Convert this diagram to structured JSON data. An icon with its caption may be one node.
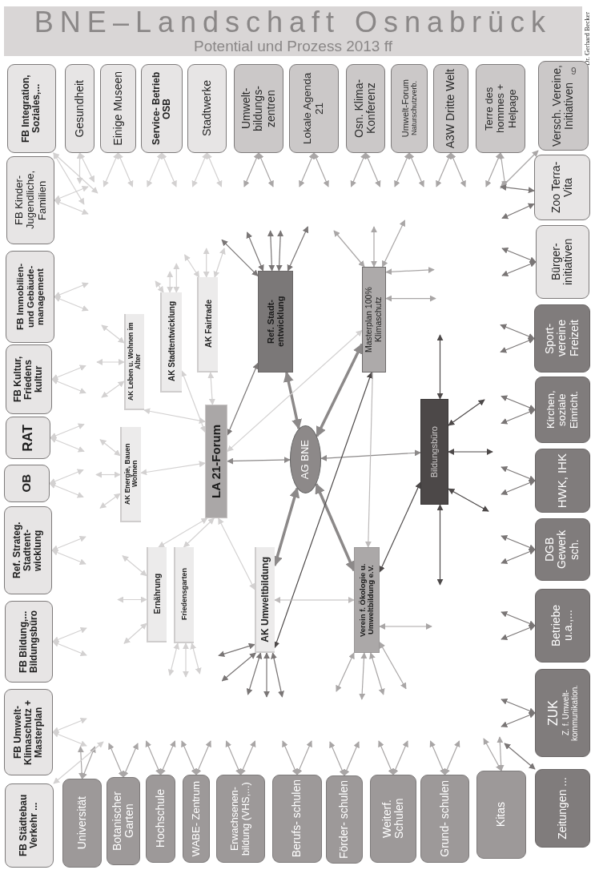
{
  "diagram": {
    "title": "BNE–Landschaft Osnabrück",
    "nodes": [
      {
        "text": [
          "FB Integration, Soziales,..."
        ]
      },
      {
        "text": [
          "Gesundheit"
        ]
      },
      {
        "text": [
          "Einige Museen"
        ]
      },
      {
        "text": [
          "Service- Betrieb OSB"
        ]
      },
      {
        "text": [
          "Stadtwerke"
        ]
      },
      {
        "text": [
          "Umwelt- bildungs- zentren"
        ]
      },
      {
        "text": [
          "Lokale Agenda 21"
        ]
      },
      {
        "text": [
          "Osn. Klima- Konferenz"
        ]
      },
      {
        "text": [
          "Umwelt-Forum",
          "Naturschutzverb."
        ]
      },
      {
        "text": [
          "A3W Dritte Welt"
        ]
      },
      {
        "text": [
          "Terre des hommes + Helpage"
        ]
      },
      {
        "text": [
          "Versch. Vereine, Initiativen"
        ]
      },
      {
        "text": [
          "Zoo Terra- Vita"
        ]
      },
      {
        "text": [
          "Bürger- initiativen"
        ]
      },
      {
        "text": [
          "Sport- vereine Freizeit"
        ]
      },
      {
        "text": [
          "Kirchen, soziale Einricht."
        ]
      },
      {
        "text": [
          "HWK, IHK"
        ]
      },
      {
        "text": [
          "DGB Gewerk sch."
        ]
      },
      {
        "text": [
          "Betriebe u.a.,..."
        ]
      },
      {
        "text": [
          "ZUK",
          "Z. f. Umwelt- kommunikation."
        ]
      },
      {
        "text": [
          "Zeitungen ..."
        ]
      },
      {
        "text": [
          "Kitas"
        ]
      },
      {
        "text": [
          "Grund- schulen"
        ]
      },
      {
        "text": [
          "Weiterf. Schulen"
        ]
      },
      {
        "text": [
          "Förder- schulen"
        ]
      },
      {
        "text": [
          "Berufs- schulen"
        ]
      },
      {
        "text": [
          "Erwachsenen- bildung (VHS,...)"
        ]
      },
      {
        "text": [
          "WABE- Zentrum"
        ]
      },
      {
        "text": [
          "Hochschule"
        ]
      },
      {
        "text": [
          "Botanischer Garten"
        ]
      },
      {
        "text": [
          "Universität"
        ]
      },
      {
        "text": [
          "FB Städtebau Verkehr ..."
        ]
      },
      {
        "text": [
          "FB Umwelt- Klimaschutz + Masterplan"
        ]
      },
      {
        "text": [
          "FB Bildung,... Bildungsbüro"
        ]
      },
      {
        "text": [
          "Ref. Strateg. Stadtent- wicklung"
        ]
      },
      {
        "text": [
          "OB"
        ]
      },
      {
        "text": [
          "RAT"
        ]
      },
      {
        "text": [
          "FB Kultur, Friedens kultur"
        ]
      },
      {
        "text": [
          "FB Immobilien- und Gebäude- management"
        ]
      },
      {
        "text": [
          "FB Kinder- Jugendliche, Familien"
        ]
      },
      {
        "text": [
          "AK Leben u. Wohnen im Alter"
        ]
      },
      {
        "text": [
          "AK Stadtentwicklung"
        ]
      },
      {
        "text": [
          "AK Fairtrade"
        ]
      },
      {
        "text": [
          "Ref. Stadt- entwicklung"
        ]
      },
      {
        "text": [
          "Masterplan 100% Klimaschutz"
        ]
      },
      {
        "text": [
          "AK Energie, Bauen Wohnen"
        ]
      },
      {
        "text": [
          "LA 21-Forum"
        ]
      },
      {
        "text": [
          "AG BNE"
        ]
      },
      {
        "text": [
          "Bildungsbüro"
        ]
      },
      {
        "text": [
          "Ernährung"
        ]
      },
      {
        "text": [
          "Friedensgarten"
        ]
      },
      {
        "text": [
          "AK Umweltbildung"
        ]
      },
      {
        "text": [
          "Verein f. Ökologie u. Umweltbildung e.V."
        ]
      }
    ],
    "edges": [
      {
        "from": 46,
        "to": 47,
        "arrow": "both",
        "color": "#8c8989"
      },
      {
        "from": 43,
        "to": 47,
        "arrow": "both",
        "style": "thick",
        "color": "#8c8989"
      },
      {
        "from": 44,
        "to": 47,
        "arrow": "both",
        "style": "thick",
        "color": "#8c8989"
      },
      {
        "from": 51,
        "to": 47,
        "arrow": "both",
        "style": "thick",
        "color": "#8c8989"
      },
      {
        "from": 52,
        "to": 47,
        "arrow": "both",
        "style": "thick",
        "color": "#8c8989"
      },
      {
        "from": 47,
        "to": 48,
        "arrow": "both",
        "color": "#8c8989"
      },
      {
        "from": 46,
        "to": 43,
        "arrow": "both",
        "color": "#7a7676"
      },
      {
        "from": 44,
        "to": 46,
        "arrow": "both"
      },
      {
        "from": 51,
        "to": 44,
        "arrow": "both",
        "color": "#4d4949"
      },
      {
        "from": 44,
        "to": 52,
        "arrow": "to",
        "color": "#bdbaba"
      },
      {
        "from": 48,
        "to": 52,
        "arrow": "both",
        "color": "#4d4949"
      },
      {
        "from": 51,
        "to": 52,
        "arrow": "both",
        "color": "#bdbaba"
      },
      {
        "from": 40,
        "to": 46,
        "arrow": "both"
      },
      {
        "from": 41,
        "to": 46,
        "arrow": "both"
      },
      {
        "from": 42,
        "to": 46,
        "arrow": "both"
      },
      {
        "from": 45,
        "to": 46,
        "arrow": "both"
      },
      {
        "from": 49,
        "to": 46,
        "arrow": "both"
      },
      {
        "from": 50,
        "to": 46,
        "arrow": "both"
      },
      {
        "from": 51,
        "to": 46,
        "arrow": "both"
      },
      {
        "from": null,
        "to": 0,
        "arrow": "both"
      },
      {
        "from": null,
        "to": 0,
        "arrow": "both"
      },
      {
        "from": null,
        "to": 1,
        "arrow": "both"
      },
      {
        "from": null,
        "to": 1,
        "arrow": "both"
      },
      {
        "from": null,
        "to": 2,
        "arrow": "both"
      },
      {
        "from": null,
        "to": 2,
        "arrow": "both"
      },
      {
        "from": null,
        "to": 3,
        "arrow": "both"
      },
      {
        "from": null,
        "to": 3,
        "arrow": "both"
      },
      {
        "from": null,
        "to": 4,
        "arrow": "both"
      },
      {
        "from": null,
        "to": 4,
        "arrow": "both"
      },
      {
        "from": null,
        "to": 5,
        "arrow": "both",
        "color": "#a9a6a6"
      },
      {
        "from": null,
        "to": 5,
        "arrow": "both",
        "color": "#a9a6a6"
      },
      {
        "from": null,
        "to": 6,
        "arrow": "both",
        "color": "#a9a6a6"
      },
      {
        "from": null,
        "to": 6,
        "arrow": "both",
        "color": "#a9a6a6"
      },
      {
        "from": null,
        "to": 7,
        "arrow": "both",
        "color": "#a9a6a6"
      },
      {
        "from": null,
        "to": 7,
        "arrow": "both",
        "color": "#a9a6a6"
      },
      {
        "from": null,
        "to": 8,
        "arrow": "both",
        "color": "#a9a6a6"
      },
      {
        "from": null,
        "to": 8,
        "arrow": "both",
        "color": "#a9a6a6"
      },
      {
        "from": null,
        "to": 9,
        "arrow": "both",
        "color": "#a9a6a6"
      },
      {
        "from": null,
        "to": 9,
        "arrow": "both",
        "color": "#a9a6a6"
      },
      {
        "from": null,
        "to": 10,
        "arrow": "both",
        "color": "#a9a6a6"
      },
      {
        "from": null,
        "to": 10,
        "arrow": "both",
        "color": "#a9a6a6"
      },
      {
        "from": null,
        "to": 11,
        "arrow": "both",
        "color": "#a9a6a6"
      },
      {
        "from": null,
        "to": 12,
        "arrow": "both",
        "color": "#7a7676"
      },
      {
        "from": null,
        "to": 12,
        "arrow": "both",
        "color": "#7a7676"
      },
      {
        "from": null,
        "to": 13,
        "arrow": "both",
        "color": "#7a7676"
      },
      {
        "from": null,
        "to": 13,
        "arrow": "both",
        "color": "#7a7676"
      },
      {
        "from": null,
        "to": 14,
        "arrow": "both",
        "color": "#7a7676"
      },
      {
        "from": null,
        "to": 14,
        "arrow": "both",
        "color": "#7a7676"
      },
      {
        "from": null,
        "to": 15,
        "arrow": "both",
        "color": "#7a7676"
      },
      {
        "from": null,
        "to": 15,
        "arrow": "both",
        "color": "#7a7676"
      },
      {
        "from": null,
        "to": 16,
        "arrow": "both",
        "color": "#7a7676"
      },
      {
        "from": null,
        "to": 16,
        "arrow": "both",
        "color": "#7a7676"
      },
      {
        "from": null,
        "to": 17,
        "arrow": "both",
        "color": "#7a7676"
      },
      {
        "from": null,
        "to": 17,
        "arrow": "both",
        "color": "#7a7676"
      },
      {
        "from": null,
        "to": 18,
        "arrow": "both",
        "color": "#7a7676"
      },
      {
        "from": null,
        "to": 18,
        "arrow": "both",
        "color": "#7a7676"
      },
      {
        "from": null,
        "to": 19,
        "arrow": "both",
        "color": "#7a7676"
      },
      {
        "from": null,
        "to": 19,
        "arrow": "both",
        "color": "#7a7676"
      },
      {
        "from": null,
        "to": 20,
        "arrow": "both",
        "color": "#7a7676"
      },
      {
        "from": null,
        "to": 21,
        "arrow": "both",
        "color": "#a9a6a6"
      },
      {
        "from": null,
        "to": 21,
        "arrow": "both",
        "color": "#a9a6a6"
      },
      {
        "from": null,
        "to": 22,
        "arrow": "both",
        "color": "#a9a6a6"
      },
      {
        "from": null,
        "to": 22,
        "arrow": "both",
        "color": "#a9a6a6"
      },
      {
        "from": null,
        "to": 23,
        "arrow": "both",
        "color": "#a9a6a6"
      },
      {
        "from": null,
        "to": 23,
        "arrow": "both",
        "color": "#a9a6a6"
      },
      {
        "from": null,
        "to": 24,
        "arrow": "both",
        "color": "#a9a6a6"
      },
      {
        "from": null,
        "to": 24,
        "arrow": "both",
        "color": "#a9a6a6"
      },
      {
        "from": null,
        "to": 25,
        "arrow": "both",
        "color": "#a9a6a6"
      },
      {
        "from": null,
        "to": 25,
        "arrow": "both",
        "color": "#a9a6a6"
      },
      {
        "from": null,
        "to": 26,
        "arrow": "both",
        "color": "#a9a6a6"
      },
      {
        "from": null,
        "to": 26,
        "arrow": "both",
        "color": "#a9a6a6"
      },
      {
        "from": null,
        "to": 27,
        "arrow": "both",
        "color": "#a9a6a6"
      },
      {
        "from": null,
        "to": 27,
        "arrow": "both",
        "color": "#a9a6a6"
      },
      {
        "from": null,
        "to": 28,
        "arrow": "both",
        "color": "#a9a6a6"
      },
      {
        "from": null,
        "to": 28,
        "arrow": "both",
        "color": "#a9a6a6"
      },
      {
        "from": null,
        "to": 29,
        "arrow": "both",
        "color": "#a9a6a6"
      },
      {
        "from": null,
        "to": 29,
        "arrow": "both",
        "color": "#a9a6a6"
      },
      {
        "from": null,
        "to": 30,
        "arrow": "both",
        "color": "#a9a6a6"
      },
      {
        "from": null,
        "to": 30,
        "arrow": "both",
        "color": "#a9a6a6"
      },
      {
        "from": null,
        "to": 31,
        "arrow": "both"
      },
      {
        "from": null,
        "to": 32,
        "arrow": "both"
      },
      {
        "from": null,
        "to": 32,
        "arrow": "both"
      },
      {
        "from": null,
        "to": 33,
        "arrow": "both"
      },
      {
        "from": null,
        "to": 33,
        "arrow": "both"
      },
      {
        "from": null,
        "to": 34,
        "arrow": "both"
      },
      {
        "from": null,
        "to": 34,
        "arrow": "both"
      },
      {
        "from": null,
        "to": 35,
        "arrow": "both"
      },
      {
        "from": null,
        "to": 35,
        "arrow": "both"
      },
      {
        "from": null,
        "to": 36,
        "arrow": "both"
      },
      {
        "from": null,
        "to": 36,
        "arrow": "both"
      },
      {
        "from": null,
        "to": 37,
        "arrow": "both"
      },
      {
        "from": null,
        "to": 37,
        "arrow": "both"
      },
      {
        "from": null,
        "to": 38,
        "arrow": "both"
      },
      {
        "from": null,
        "to": 38,
        "arrow": "both"
      },
      {
        "from": null,
        "to": 39,
        "arrow": "both"
      },
      {
        "from": null,
        "to": 39,
        "arrow": "both"
      },
      {
        "from": null,
        "to": 40,
        "arrow": "both"
      },
      {
        "from": null,
        "to": 40,
        "arrow": "both"
      },
      {
        "from": null,
        "to": 40,
        "arrow": "both"
      },
      {
        "from": null,
        "to": 41,
        "arrow": "both"
      },
      {
        "from": null,
        "to": 41,
        "arrow": "both"
      },
      {
        "from": null,
        "to": 41,
        "arrow": "both"
      },
      {
        "from": null,
        "to": 42,
        "arrow": "both"
      },
      {
        "from": null,
        "to": 42,
        "arrow": "both"
      },
      {
        "from": null,
        "to": 42,
        "arrow": "both"
      },
      {
        "from": null,
        "to": 43,
        "arrow": "both",
        "color": "#7a7676"
      },
      {
        "from": null,
        "to": 43,
        "arrow": "both",
        "color": "#7a7676"
      },
      {
        "from": null,
        "to": 43,
        "arrow": "both",
        "color": "#7a7676"
      },
      {
        "from": null,
        "to": 43,
        "arrow": "both",
        "color": "#7a7676"
      },
      {
        "from": null,
        "to": 43,
        "arrow": "both",
        "color": "#7a7676"
      },
      {
        "from": null,
        "to": 44,
        "arrow": "both",
        "color": "#a9a6a6"
      },
      {
        "from": null,
        "to": 44,
        "arrow": "both",
        "color": "#a9a6a6"
      },
      {
        "from": null,
        "to": 44,
        "arrow": "both",
        "color": "#a9a6a6"
      },
      {
        "from": null,
        "to": 44,
        "arrow": "both",
        "color": "#a9a6a6"
      },
      {
        "from": null,
        "to": 44,
        "arrow": "both",
        "color": "#a9a6a6"
      },
      {
        "from": null,
        "to": 45,
        "arrow": "both"
      },
      {
        "from": null,
        "to": 45,
        "arrow": "both"
      },
      {
        "from": null,
        "to": 45,
        "arrow": "both"
      },
      {
        "from": null,
        "to": 48,
        "arrow": "both",
        "color": "#4d4949"
      },
      {
        "from": null,
        "to": 48,
        "arrow": "both",
        "color": "#4d4949"
      },
      {
        "from": null,
        "to": 48,
        "arrow": "both",
        "color": "#4d4949"
      },
      {
        "from": null,
        "to": 48,
        "arrow": "both",
        "color": "#4d4949"
      },
      {
        "from": null,
        "to": 48,
        "arrow": "both",
        "color": "#4d4949"
      },
      {
        "from": null,
        "to": 49,
        "arrow": "both"
      },
      {
        "from": null,
        "to": 49,
        "arrow": "both"
      },
      {
        "from": null,
        "to": 49,
        "arrow": "both"
      },
      {
        "from": null,
        "to": 50,
        "arrow": "both"
      },
      {
        "from": null,
        "to": 50,
        "arrow": "both"
      },
      {
        "from": null,
        "to": 50,
        "arrow": "both"
      },
      {
        "from": null,
        "to": 51,
        "arrow": "both",
        "color": "#7a7676"
      },
      {
        "from": null,
        "to": 51,
        "arrow": "both",
        "color": "#7a7676"
      },
      {
        "from": null,
        "to": 51,
        "arrow": "both",
        "color": "#7a7676"
      },
      {
        "from": null,
        "to": 51,
        "arrow": "both",
        "color": "#7a7676"
      },
      {
        "from": null,
        "to": 51,
        "arrow": "both",
        "color": "#7a7676"
      },
      {
        "from": null,
        "to": 52,
        "arrow": "both",
        "color": "#a9a6a6"
      },
      {
        "from": null,
        "to": 52,
        "arrow": "both",
        "color": "#a9a6a6"
      },
      {
        "from": null,
        "to": 52,
        "arrow": "both",
        "color": "#a9a6a6"
      },
      {
        "from": null,
        "to": 52,
        "arrow": "both",
        "color": "#a9a6a6"
      },
      {
        "from": null,
        "to": 52,
        "arrow": "both",
        "color": "#a9a6a6"
      }
    ],
    "labels": [
      "Potential und Prozess 2013 ff",
      "Dr. Gerhard Becker",
      "9"
    ]
  }
}
